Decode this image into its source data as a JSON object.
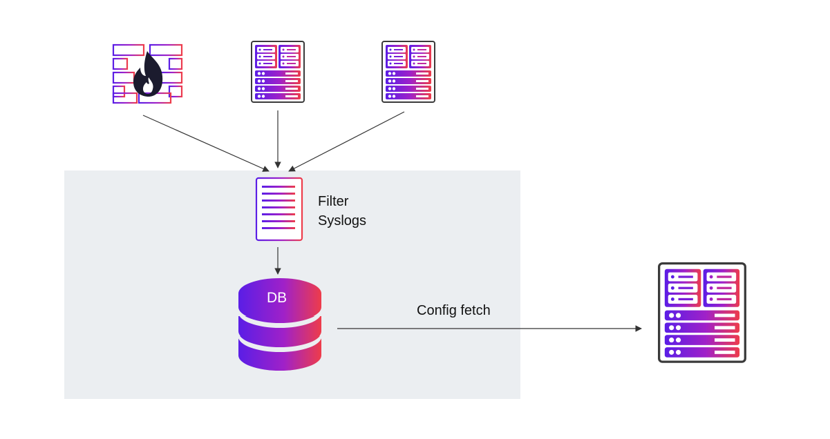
{
  "labels": {
    "filter_line1": "Filter",
    "filter_line2": "Syslogs",
    "db": "DB",
    "config_fetch": "Config fetch"
  },
  "icons": {
    "source_firewall": "firewall-icon",
    "source_server_1": "server-icon",
    "source_server_2": "server-icon",
    "filter": "document-icon",
    "database": "database-icon",
    "target_server": "server-icon"
  },
  "colors": {
    "gradient_start": "#5a1ee6",
    "gradient_mid": "#a021c8",
    "gradient_end": "#ee3c4a",
    "panel_background": "#ebeef1",
    "flame": "#1b1b2e",
    "arrow": "#333333"
  }
}
